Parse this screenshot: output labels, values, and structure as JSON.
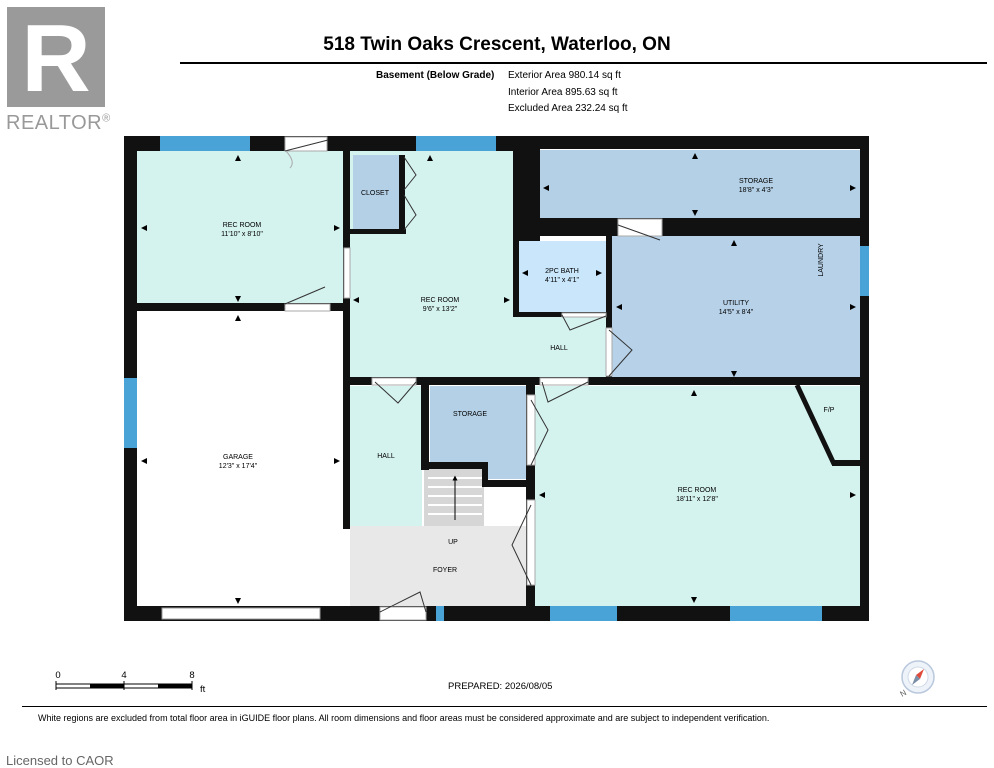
{
  "header": {
    "title": "518 Twin Oaks Crescent, Waterloo, ON",
    "level_label": "Basement (Below Grade)",
    "exterior_area": "Exterior Area 980.14 sq ft",
    "interior_area": "Interior Area 895.63 sq ft",
    "excluded_area": "Excluded Area 232.24 sq ft"
  },
  "logo": {
    "letter": "R",
    "word": "REALTOR",
    "mark": "®"
  },
  "rooms": {
    "rec_room_1": {
      "name": "REC ROOM",
      "dims": "11'10\" x 8'10\""
    },
    "closet": {
      "name": "CLOSET"
    },
    "rec_room_2": {
      "name": "REC ROOM",
      "dims": "9'6\" x 13'2\""
    },
    "storage_1": {
      "name": "STORAGE",
      "dims": "18'8\" x 4'3\""
    },
    "bath": {
      "name": "2PC BATH",
      "dims": "4'11\" x 4'1\""
    },
    "utility": {
      "name": "UTILITY",
      "dims": "14'5\" x 8'4\""
    },
    "laundry": {
      "name": "LAUNDRY"
    },
    "hall_1": {
      "name": "HALL"
    },
    "garage": {
      "name": "GARAGE",
      "dims": "12'3\" x 17'4\""
    },
    "hall_2": {
      "name": "HALL"
    },
    "storage_2": {
      "name": "STORAGE"
    },
    "fp": {
      "name": "F/P"
    },
    "rec_room_3": {
      "name": "REC ROOM",
      "dims": "18'11\" x 12'8\""
    },
    "up": {
      "name": "UP"
    },
    "foyer": {
      "name": "FOYER"
    }
  },
  "scale": {
    "t0": "0",
    "t4": "4",
    "t8": "8",
    "unit": "ft"
  },
  "compass": {
    "label": "N"
  },
  "footer": {
    "prepared": "PREPARED: 2026/08/05",
    "disclaimer": "White regions are excluded from total floor area in iGUIDE floor plans. All room dimensions and floor areas must be considered approximate and are subject to independent verification.",
    "licensed": "Licensed to CAOR"
  },
  "colors": {
    "wall": "#111111",
    "rec_room": "#d4f2ee",
    "storage": "#b4d0e6",
    "bath": "#c9e6fb",
    "utility": "#b6d1e8",
    "foyer": "#e8e8e8",
    "window": "#4aa3d6",
    "logo_gray": "#999999"
  }
}
